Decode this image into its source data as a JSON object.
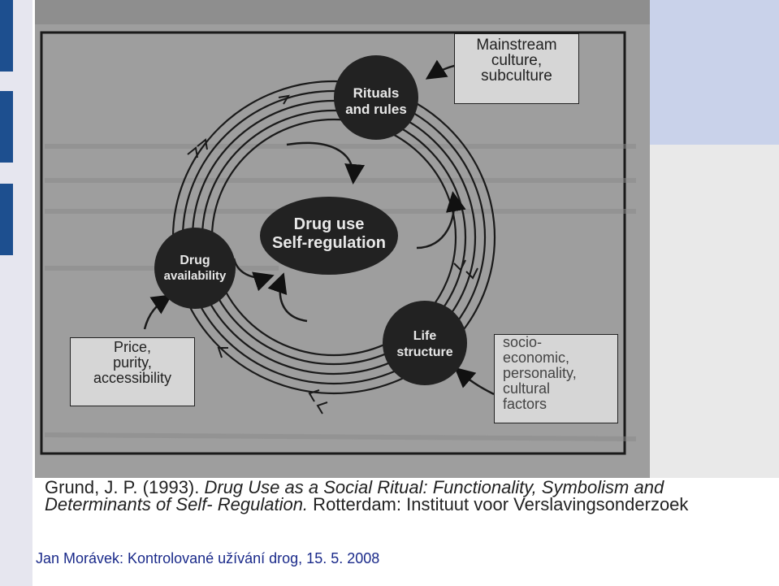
{
  "diagram": {
    "nodes": {
      "rituals": [
        "Rituals",
        "and rules"
      ],
      "center": [
        "Drug use",
        "Self-regulation"
      ],
      "availability": [
        "Drug",
        "availability"
      ],
      "life": [
        "Life",
        "structure"
      ]
    }
  },
  "labels": {
    "mainstream": [
      "Mainstream",
      "culture,",
      "subculture"
    ],
    "price": [
      "Price,",
      "purity,",
      "accessibility"
    ],
    "socio": [
      "socio-",
      "economic,",
      "personality,",
      "cultural",
      "factors"
    ]
  },
  "citation": {
    "authors": "Grund, J. P. (1993). ",
    "title": "Drug Use as a Social Ritual: Functionality, Symbolism and Determinants of Self- Regulation.",
    "publisher": " Rotterdam: Instituut voor Verslavingsonderzoek"
  },
  "footer": "Jan Morávek: Kontrolované užívání drog, 15. 5. 2008",
  "colors": {
    "footer": "#1a2a8a",
    "stripe": "#1d4f8f",
    "photo": "#9e9e9e"
  }
}
